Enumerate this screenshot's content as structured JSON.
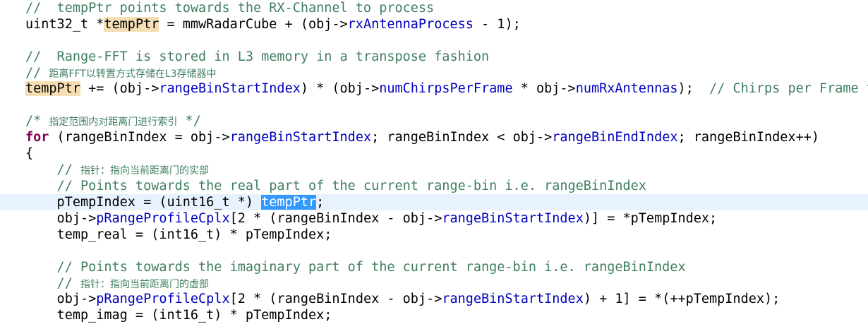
{
  "editor": {
    "lines": [
      [
        {
          "cls": "c",
          "text": "//  tempPtr points towards the RX-Channel to process"
        }
      ],
      [
        {
          "cls": "t",
          "text": "uint32_t *"
        },
        {
          "cls": "var occ",
          "text": "tempPtr"
        },
        {
          "cls": "t",
          "text": " = mmwRadarCube + (obj->"
        },
        {
          "cls": "f",
          "text": "rxAntennaProcess"
        },
        {
          "cls": "t",
          "text": " - 1);"
        }
      ],
      [],
      [
        {
          "cls": "c",
          "text": "//  Range-FFT is stored in L3 memory in a transpose fashion"
        }
      ],
      [
        {
          "cls": "c",
          "text": "// "
        },
        {
          "cls": "cj",
          "text": "距离FFT以转置方式存储在L3存储器中"
        }
      ],
      [
        {
          "cls": "var occ",
          "text": "tempPtr"
        },
        {
          "cls": "t",
          "text": " += (obj->"
        },
        {
          "cls": "f",
          "text": "rangeBinStartIndex"
        },
        {
          "cls": "t",
          "text": ") * (obj->"
        },
        {
          "cls": "f",
          "text": "numChirpsPerFrame"
        },
        {
          "cls": "t",
          "text": " * obj->"
        },
        {
          "cls": "f",
          "text": "numRxAntennas"
        },
        {
          "cls": "t",
          "text": ");  "
        },
        {
          "cls": "c",
          "text": "// Chirps per Frame ta"
        }
      ],
      [],
      [
        {
          "cls": "c",
          "text": "/* "
        },
        {
          "cls": "cj",
          "text": "指定范围内对距离门进行索引"
        },
        {
          "cls": "c",
          "text": " */"
        }
      ],
      [
        {
          "cls": "kw",
          "text": "for"
        },
        {
          "cls": "t",
          "text": " (rangeBinIndex = obj->"
        },
        {
          "cls": "f",
          "text": "rangeBinStartIndex"
        },
        {
          "cls": "t",
          "text": "; rangeBinIndex < obj->"
        },
        {
          "cls": "f",
          "text": "rangeBinEndIndex"
        },
        {
          "cls": "t",
          "text": "; rangeBinIndex++)"
        }
      ],
      [
        {
          "cls": "t",
          "text": "{"
        }
      ],
      [
        {
          "cls": "c",
          "text": "    // "
        },
        {
          "cls": "cj",
          "text": "指针：指向当前距离门的实部"
        }
      ],
      [
        {
          "cls": "c",
          "text": "    // Points towards the real part of the current range-bin i.e. rangeBinIndex"
        }
      ],
      [
        {
          "cls": "t",
          "text": "    pTempIndex = (uint16_t *) "
        },
        {
          "cls": "sel",
          "text": "tempPtr"
        },
        {
          "cls": "t",
          "text": ";"
        }
      ],
      [
        {
          "cls": "t",
          "text": "    obj->"
        },
        {
          "cls": "f",
          "text": "pRangeProfileCplx"
        },
        {
          "cls": "t",
          "text": "[2 * (rangeBinIndex - obj->"
        },
        {
          "cls": "f",
          "text": "rangeBinStartIndex"
        },
        {
          "cls": "t",
          "text": ")] = *pTempIndex;"
        }
      ],
      [
        {
          "cls": "t",
          "text": "    temp_real = (int16_t) * pTempIndex;"
        }
      ],
      [],
      [
        {
          "cls": "c",
          "text": "    // Points towards the imaginary part of the current range-bin i.e. rangeBinIndex"
        }
      ],
      [
        {
          "cls": "c",
          "text": "    // "
        },
        {
          "cls": "cj",
          "text": "指针：指向当前距离门的虚部"
        }
      ],
      [
        {
          "cls": "t",
          "text": "    obj->"
        },
        {
          "cls": "f",
          "text": "pRangeProfileCplx"
        },
        {
          "cls": "t",
          "text": "[2 * (rangeBinIndex - obj->"
        },
        {
          "cls": "f",
          "text": "rangeBinStartIndex"
        },
        {
          "cls": "t",
          "text": ") + 1] = *(++pTempIndex);"
        }
      ],
      [
        {
          "cls": "t",
          "text": "    temp_imag = (int16_t) * pTempIndex;"
        }
      ]
    ],
    "current_line": 12
  }
}
